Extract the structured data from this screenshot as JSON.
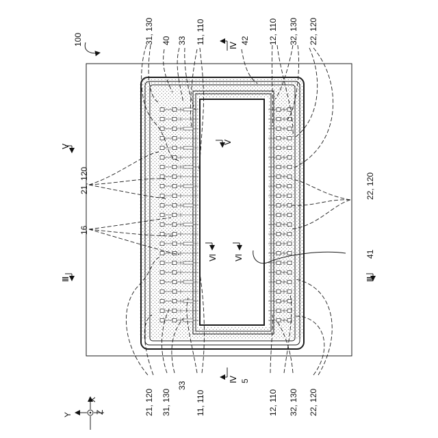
{
  "figure_number": "100",
  "labels": {
    "top": [
      "31, 130",
      "40",
      "33",
      "11, 110",
      "42",
      "12, 110",
      "32, 130",
      "22, 120"
    ],
    "bottom": [
      "21, 120",
      "31, 130",
      "33",
      "11, 110",
      "5",
      "12, 110",
      "32, 130",
      "22, 120"
    ],
    "left": [
      "21, 120",
      "16"
    ],
    "right": [
      "22, 120",
      "41"
    ]
  },
  "section_marks": {
    "iv": "Ⅳ",
    "v": "Ⅴ",
    "vi": "Ⅵ",
    "iii": "Ⅲ"
  },
  "axes": {
    "x": "X",
    "y": "Y",
    "z": "Z"
  }
}
